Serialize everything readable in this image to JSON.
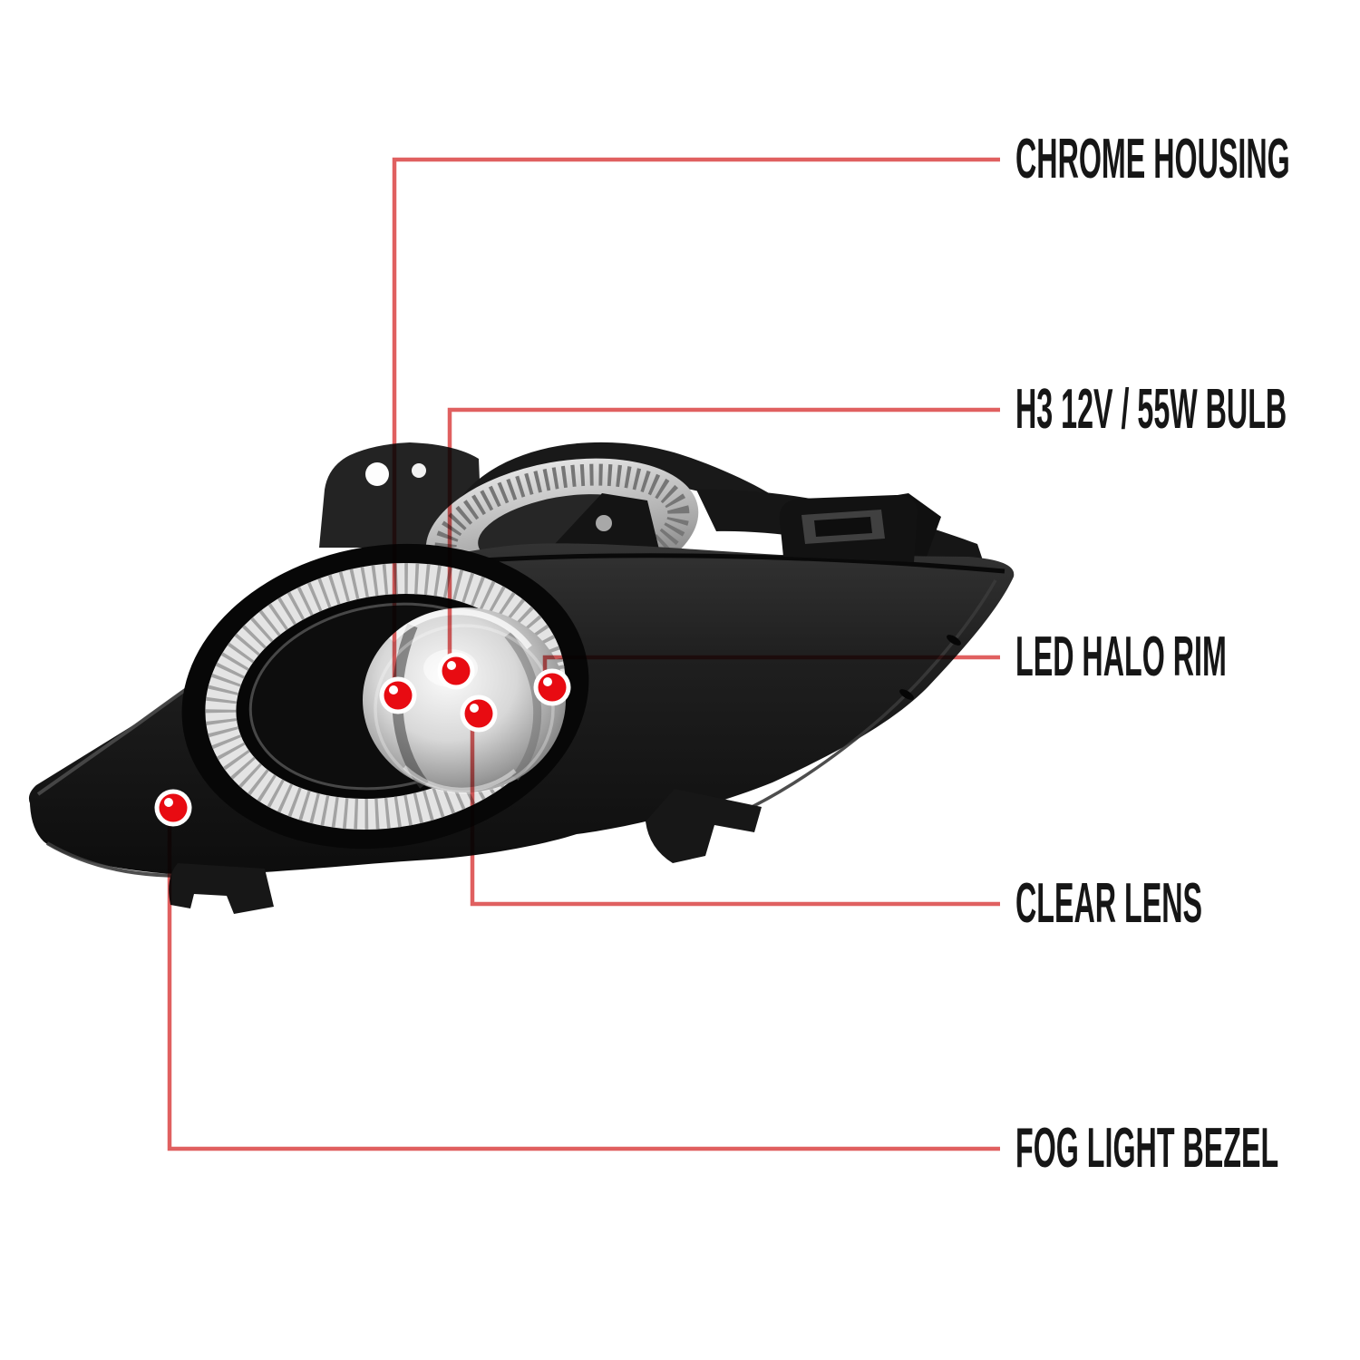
{
  "callouts": [
    {
      "label": "CHROME HOUSING"
    },
    {
      "label": "H3 12V / 55W BULB"
    },
    {
      "label": "LED HALO RIM"
    },
    {
      "label": "CLEAR LENS"
    },
    {
      "label": "FOG LIGHT BEZEL"
    }
  ],
  "colors": {
    "background": "#ffffff",
    "callout_line": "#e06060",
    "marker_red": "#e80b12",
    "marker_ring": "#ffffff",
    "label_text": "#161616",
    "product_body": "#1e1e1e"
  }
}
